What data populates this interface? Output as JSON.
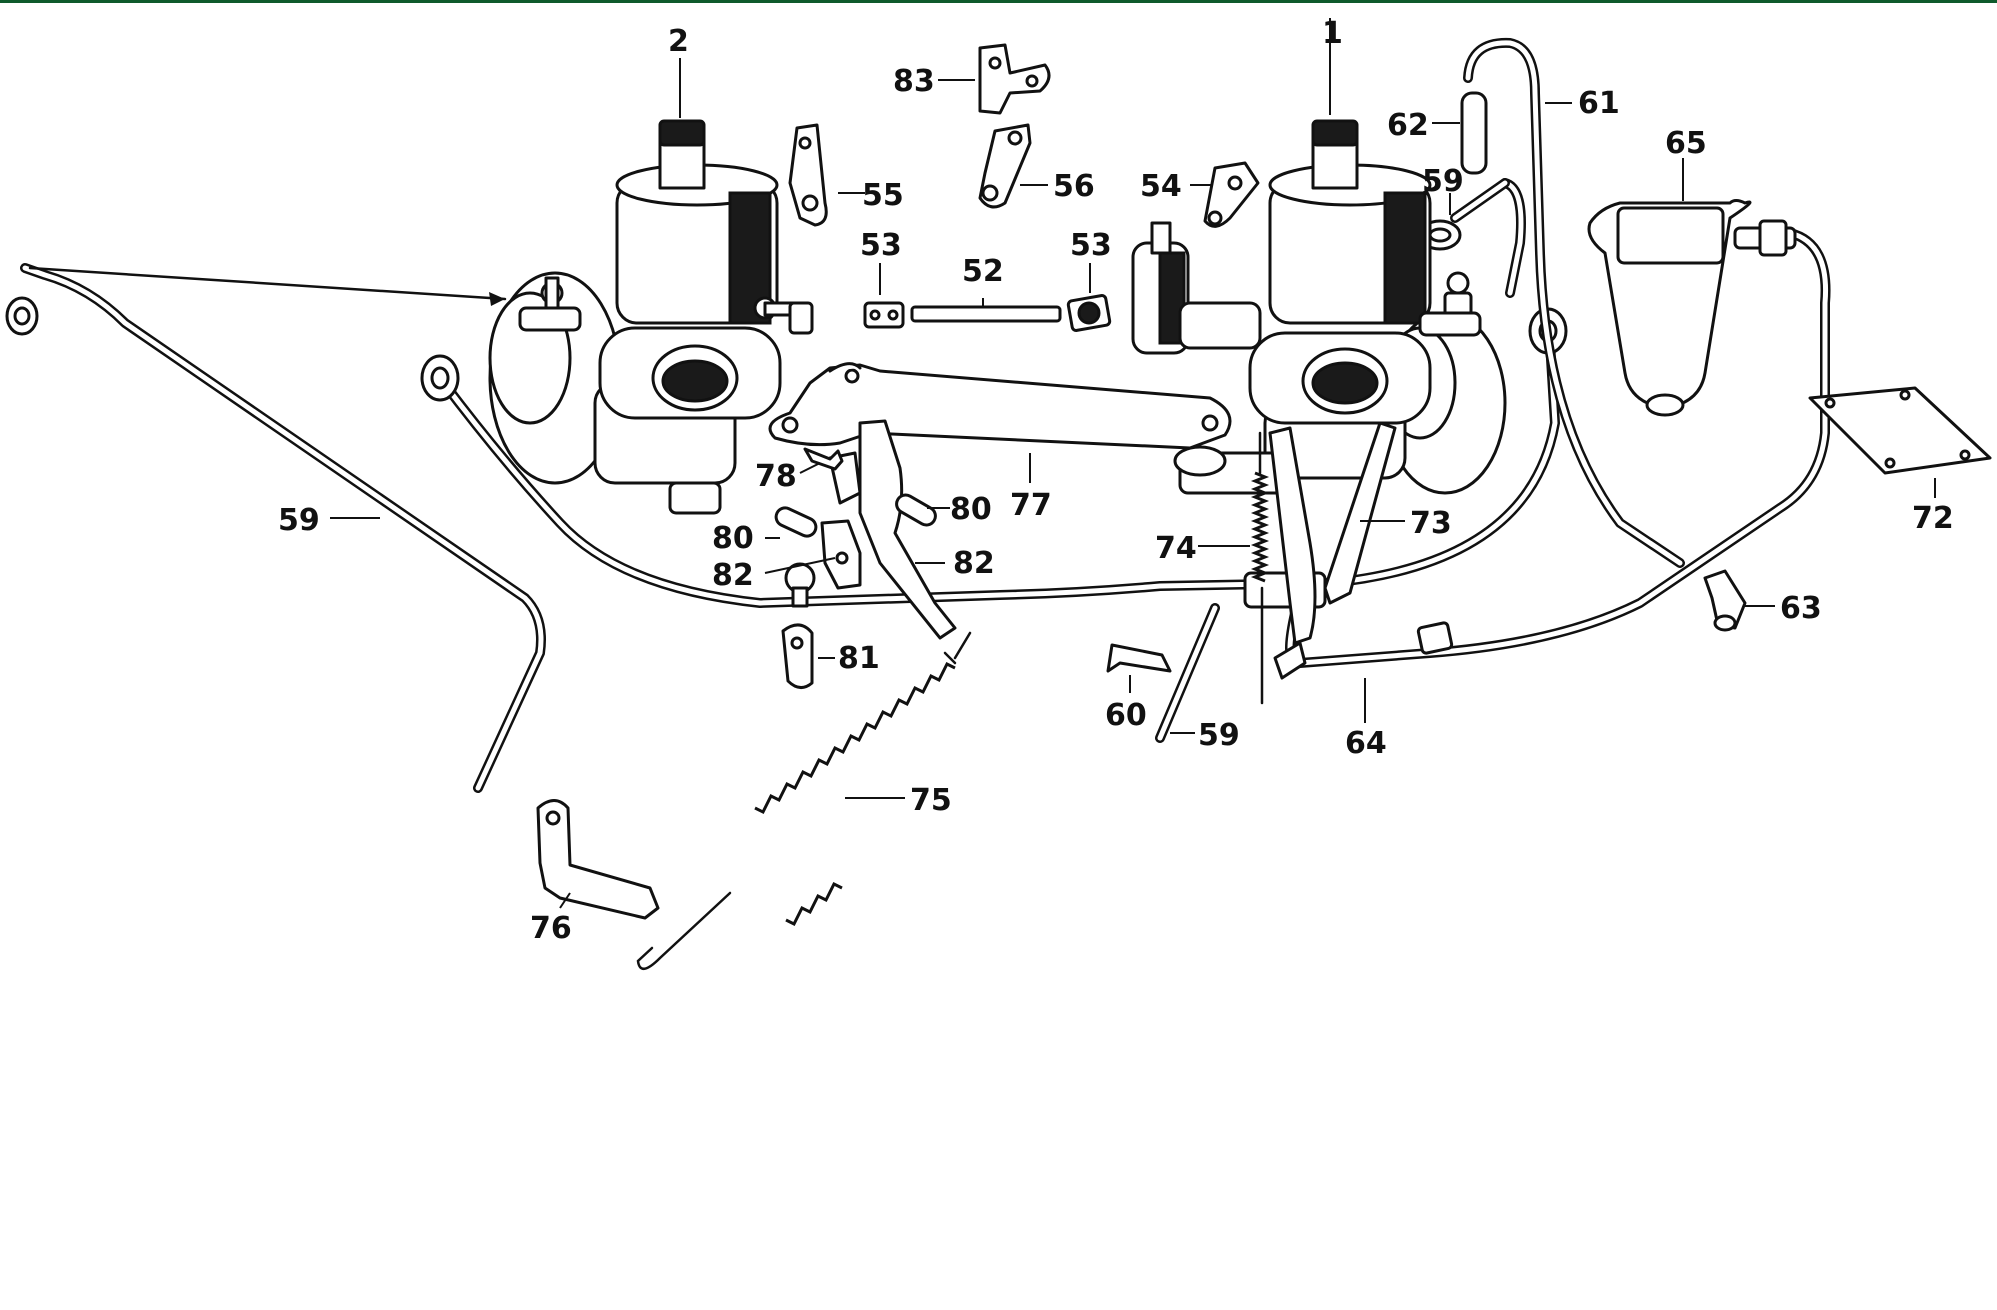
{
  "header_rule_color": "#0f5a2c",
  "line_color": "#111111",
  "callouts": [
    {
      "id": "c-2",
      "label": "2"
    },
    {
      "id": "c-1",
      "label": "1"
    },
    {
      "id": "c-83",
      "label": "83"
    },
    {
      "id": "c-55",
      "label": "55"
    },
    {
      "id": "c-56",
      "label": "56"
    },
    {
      "id": "c-54",
      "label": "54"
    },
    {
      "id": "c-62",
      "label": "62"
    },
    {
      "id": "c-61",
      "label": "61"
    },
    {
      "id": "c-65",
      "label": "65"
    },
    {
      "id": "c-59a",
      "label": "59"
    },
    {
      "id": "c-53a",
      "label": "53"
    },
    {
      "id": "c-52",
      "label": "52"
    },
    {
      "id": "c-53b",
      "label": "53"
    },
    {
      "id": "c-59b",
      "label": "59"
    },
    {
      "id": "c-78",
      "label": "78"
    },
    {
      "id": "c-77",
      "label": "77"
    },
    {
      "id": "c-80a",
      "label": "80"
    },
    {
      "id": "c-80b",
      "label": "80"
    },
    {
      "id": "c-82a",
      "label": "82"
    },
    {
      "id": "c-82b",
      "label": "82"
    },
    {
      "id": "c-81",
      "label": "81"
    },
    {
      "id": "c-74",
      "label": "74"
    },
    {
      "id": "c-73",
      "label": "73"
    },
    {
      "id": "c-72",
      "label": "72"
    },
    {
      "id": "c-63",
      "label": "63"
    },
    {
      "id": "c-60",
      "label": "60"
    },
    {
      "id": "c-59c",
      "label": "59"
    },
    {
      "id": "c-64",
      "label": "64"
    },
    {
      "id": "c-75",
      "label": "75"
    },
    {
      "id": "c-76",
      "label": "76"
    }
  ]
}
